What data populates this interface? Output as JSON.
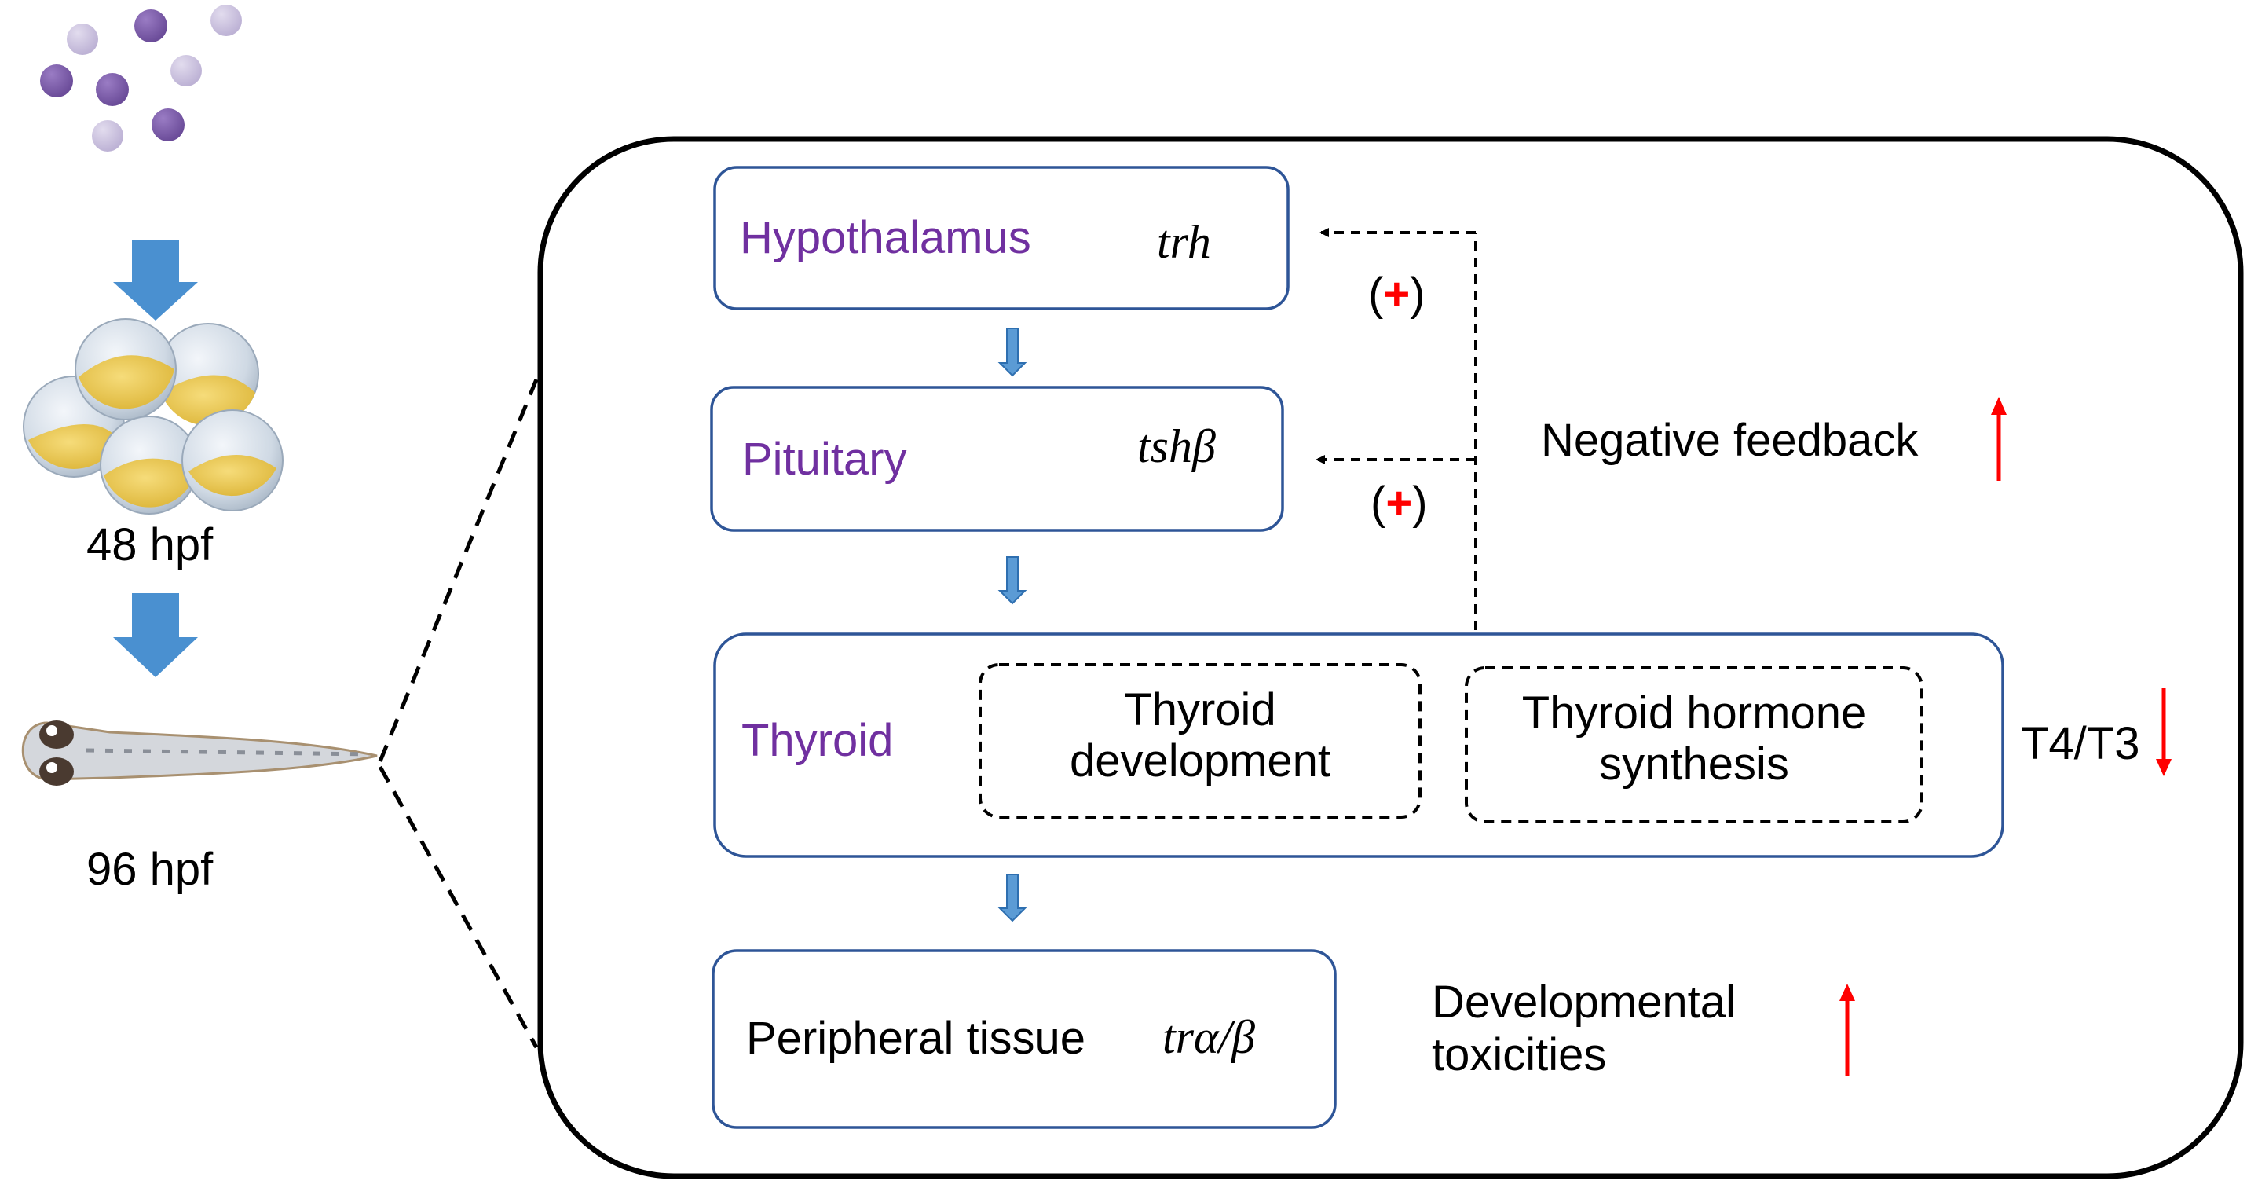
{
  "timeline": {
    "stage1_label": "48 hpf",
    "stage2_label": "96 hpf"
  },
  "hpt_axis": {
    "hypothalamus": {
      "label": "Hypothalamus",
      "gene": "trh"
    },
    "pituitary": {
      "label": "Pituitary",
      "gene": "tshβ"
    },
    "thyroid": {
      "label": "Thyroid",
      "process1": "Thyroid development",
      "process2": "Thyroid hormone synthesis"
    },
    "peripheral": {
      "label": "Peripheral tissue",
      "gene": "trα/β"
    }
  },
  "feedback": {
    "label": "Negative feedback",
    "effect_open": "(",
    "effect_sign": "+",
    "effect_close": ")",
    "trend": "up"
  },
  "hormones": {
    "label": "T4/T3",
    "trend": "down"
  },
  "outcome": {
    "label": "Developmental toxicities",
    "trend": "up"
  },
  "colors": {
    "organ_text": "#7030a0",
    "box_border": "#2e5597",
    "block_arrow": "#4a90d0",
    "trend_arrow": "#ff0000",
    "particle_dark": "#7b5aa8",
    "particle_light": "#c7bedc",
    "embryo_yolk": "#e8c547"
  }
}
